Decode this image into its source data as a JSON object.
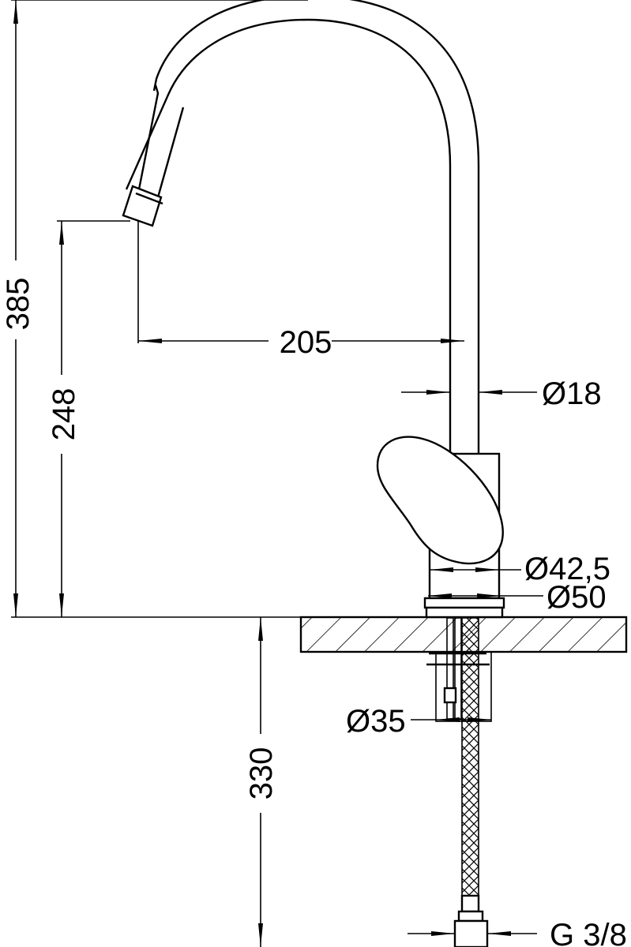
{
  "dimensions": {
    "total_height": "385",
    "spout_height": "248",
    "spout_reach": "205",
    "spout_diameter": "Ø18",
    "body_diameter": "Ø42,5",
    "base_diameter": "Ø50",
    "shank_diameter": "Ø35",
    "hose_length": "330",
    "connection": "G 3/8"
  }
}
